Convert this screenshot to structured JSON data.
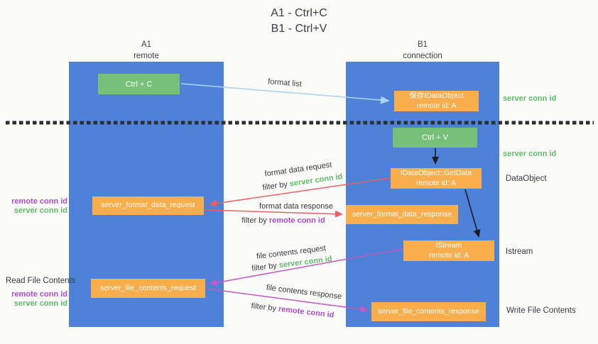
{
  "title": {
    "line1": "A1 - Ctrl+C",
    "line2": "B1 - Ctrl+V"
  },
  "columns": {
    "a1": {
      "name": "A1",
      "subtitle": "remote"
    },
    "b1": {
      "name": "B1",
      "subtitle": "connection"
    }
  },
  "nodes": {
    "ctrl_c": {
      "label": "Ctrl + C"
    },
    "save_dataobject": {
      "line1": "保存IDataObject",
      "line2": "remote id: A"
    },
    "ctrl_v": {
      "label": "Ctrl + V"
    },
    "getdata": {
      "line1": "IDataObject::GetData",
      "line2": "remote id: A"
    },
    "format_request": {
      "label": "server_format_data_request"
    },
    "format_response": {
      "label": "server_format_data_response"
    },
    "istream": {
      "line1": "IStream",
      "line2": "remote id: A"
    },
    "file_request": {
      "label": "server_file_contents_request"
    },
    "file_response": {
      "label": "server_file_contents_response"
    }
  },
  "flow_labels": {
    "format_list": "format list",
    "format_data_request": "format data request",
    "format_data_response": "format data response",
    "file_contents_request": "file contents request",
    "file_contents_response": "file contents response",
    "filter_by": "filter by ",
    "server_conn_id": "server conn id",
    "remote_conn_id": "remote conn id"
  },
  "side_labels": {
    "server_conn_top": "server conn id",
    "server_conn_mid": "server conn id",
    "dataobject": "DataObject",
    "istream": "Istream",
    "write_file_contents": "Write File Contents",
    "read_file_contents": "Read File Contents",
    "remote_conn_id": "remote conn id",
    "server_conn_id": "server conn id"
  },
  "colors": {
    "column_blue": "#4d82d8",
    "box_green": "#77c07a",
    "box_orange": "#f9ae4d",
    "text_green": "#5ebc68",
    "text_purple": "#ac4ecb",
    "arrow_red": "#e8605f",
    "arrow_magenta": "#c558c3",
    "arrow_lightblue": "#aad4f0",
    "arrow_black": "#1d1d1d",
    "divider": "#2d2d2d",
    "background": "#fbfbfa"
  }
}
